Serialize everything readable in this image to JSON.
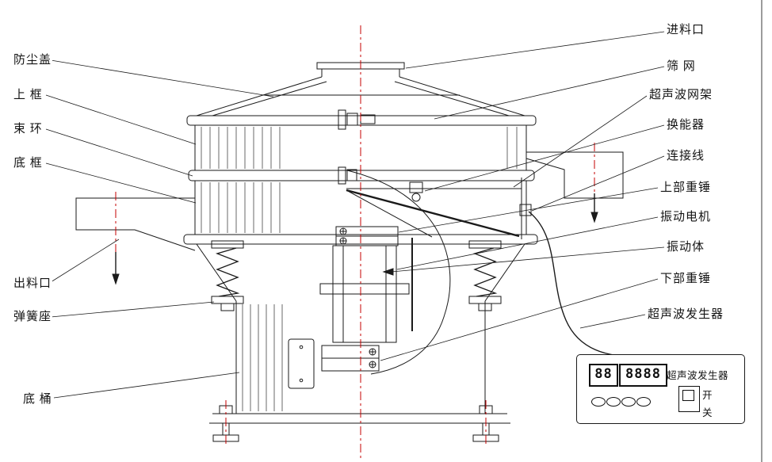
{
  "colors": {
    "line": "#1a1a1a",
    "centerline_red": "#c40000",
    "background": "#ffffff"
  },
  "labels": {
    "left": [
      {
        "id": "dust-cover",
        "text": "防尘盖"
      },
      {
        "id": "upper-frame",
        "text": "上 框"
      },
      {
        "id": "clamp-ring",
        "text": "束 环"
      },
      {
        "id": "bottom-frame",
        "text": "底 框"
      },
      {
        "id": "discharge-outlet",
        "text": "出料口"
      },
      {
        "id": "spring-seat",
        "text": "弹簧座"
      },
      {
        "id": "bottom-barrel",
        "text": "底 桶"
      }
    ],
    "right": [
      {
        "id": "feed-inlet",
        "text": "进料口"
      },
      {
        "id": "screen-mesh",
        "text": "筛 网"
      },
      {
        "id": "ultrasonic-mesh-frame",
        "text": "超声波网架"
      },
      {
        "id": "transducer",
        "text": "换能器"
      },
      {
        "id": "connecting-wire",
        "text": "连接线"
      },
      {
        "id": "upper-weight",
        "text": "上部重锤"
      },
      {
        "id": "vibration-motor",
        "text": "振动电机"
      },
      {
        "id": "vibration-body",
        "text": "振动体"
      },
      {
        "id": "lower-weight",
        "text": "下部重锤"
      },
      {
        "id": "ultrasonic-generator",
        "text": "超声波发生器"
      }
    ]
  },
  "control_box": {
    "title": "超声波发生器",
    "display": {
      "left_digits": "88",
      "right_digits": "8888"
    },
    "switch": {
      "on": "开",
      "off": "关"
    }
  }
}
